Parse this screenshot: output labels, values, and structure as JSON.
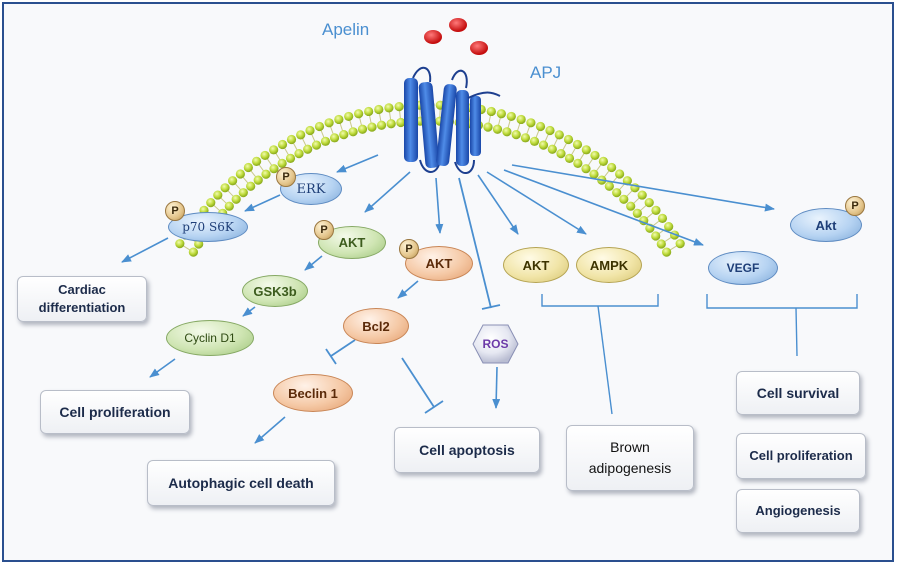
{
  "labels": {
    "ligand": "Apelin",
    "receptor": "APJ"
  },
  "nodes": {
    "erk": "ERK",
    "p70s6k": "p70 S6K",
    "akt_green": "AKT",
    "gsk3b": "GSK3b",
    "cyclin_d1": "Cyclin D1",
    "akt_orange": "AKT",
    "bcl2": "Bcl2",
    "beclin1": "Beclin 1",
    "ros": "ROS",
    "akt_yellow": "AKT",
    "ampk": "AMPK",
    "vegf": "VEGF",
    "akt_blue": "Akt"
  },
  "phospho": "P",
  "outcomes": {
    "cardiac_differentiation": "Cardiac differentiation",
    "cell_proliferation_left": "Cell proliferation",
    "autophagic_cell_death": "Autophagic cell death",
    "cell_apoptosis": "Cell apoptosis",
    "brown_adipogenesis": "Brown adipogenesis",
    "cell_survival": "Cell survival",
    "cell_proliferation_right": "Cell proliferation",
    "angiogenesis": "Angiogenesis"
  },
  "colors": {
    "arrow": "#4a8fd0",
    "membrane": "#b9d94a",
    "receptor": "#2b63c8",
    "apelin": "#e01b1b",
    "frame": "#2a4f8f"
  }
}
